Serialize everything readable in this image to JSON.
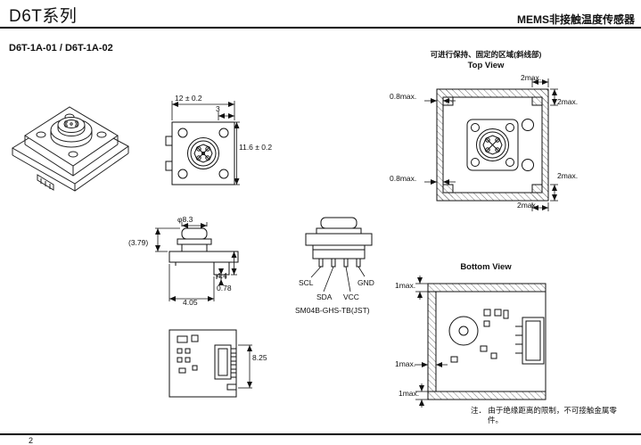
{
  "header": {
    "title": "D6T系列",
    "product": "MEMS非接触温度传感器",
    "subtitle": "D6T-1A-01 / D6T-1A-02"
  },
  "front_view": {
    "dim_width": "12 ± 0.2",
    "dim_offset": "3",
    "dim_height": "11.6 ± 0.2"
  },
  "top_view": {
    "caption_cn": "可进行保持、固定的区域(斜线部)",
    "caption_en": "Top View",
    "dim_2max": "2max.",
    "dim_08max": "0.8max."
  },
  "side_view": {
    "dim_diameter": "φ8.3",
    "dim_height_ref": "(3.79)",
    "dim_44": "4.4",
    "dim_078": "0.78",
    "dim_405": "4.05"
  },
  "connector_view": {
    "pin_scl": "SCL",
    "pin_sda": "SDA",
    "pin_vcc": "VCC",
    "pin_gnd": "GND",
    "part_number": "SM04B-GHS-TB(JST)"
  },
  "pcb_view": {
    "dim_connector": "8.25"
  },
  "bottom_view": {
    "caption": "Bottom View",
    "dim_1max": "1max."
  },
  "note": {
    "label": "注．",
    "text": "由于绝缘距离的限制，不可接触金属零件。"
  },
  "footer": {
    "page_number": "2"
  }
}
